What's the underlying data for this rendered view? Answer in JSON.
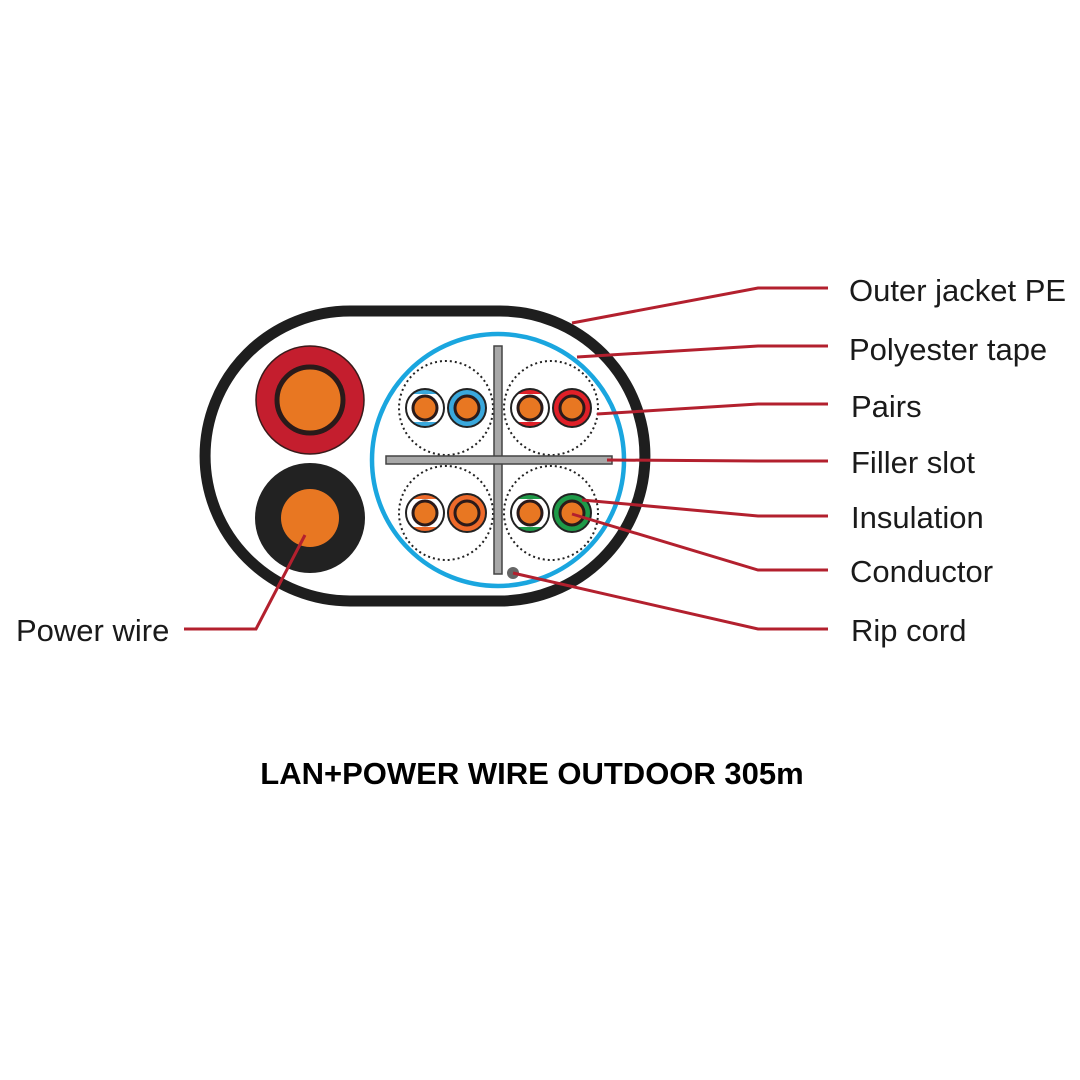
{
  "title": "LAN+POWER WIRE OUTDOOR 305m",
  "labels": {
    "outer_jacket": "Outer jacket PE",
    "polyester_tape": "Polyester tape",
    "pairs": "Pairs",
    "filler_slot": "Filler slot",
    "insulation": "Insulation",
    "conductor": "Conductor",
    "rip_cord": "Rip cord",
    "power_wire": "Power wire"
  },
  "colors": {
    "leader": "#b3202e",
    "jacket": "#1e1e1e",
    "tape": "#1aa6df",
    "conductor": "#e87722",
    "filler": "#a8a8a8",
    "power_red": "#c41e2e",
    "power_black": "#222222",
    "pair_blue": "#3aa8dc",
    "pair_red": "#e02028",
    "pair_orange": "#ee6a2a",
    "pair_green": "#1e9a48"
  }
}
